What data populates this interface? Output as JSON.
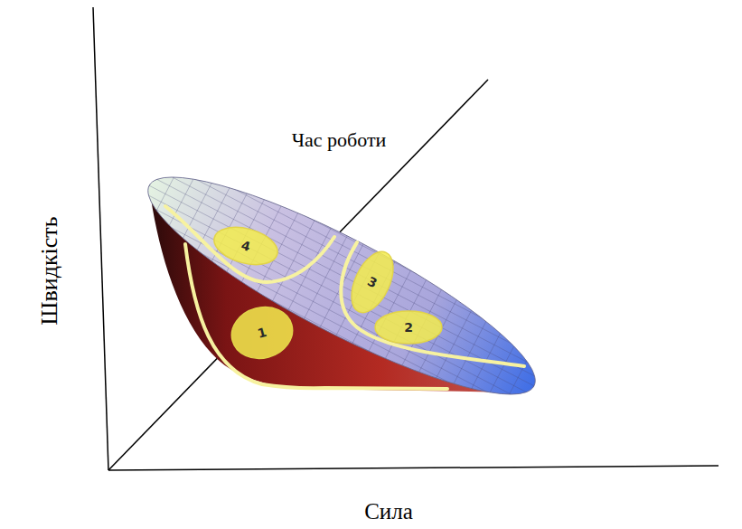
{
  "diagram": {
    "nodes": [
      {
        "text": [
          "4"
        ]
      },
      {
        "text": [
          "3"
        ]
      },
      {
        "text": [
          "2"
        ]
      },
      {
        "text": [
          "1"
        ]
      }
    ],
    "labels": [
      "Час роботи",
      "Швидкість",
      "Сила"
    ]
  }
}
